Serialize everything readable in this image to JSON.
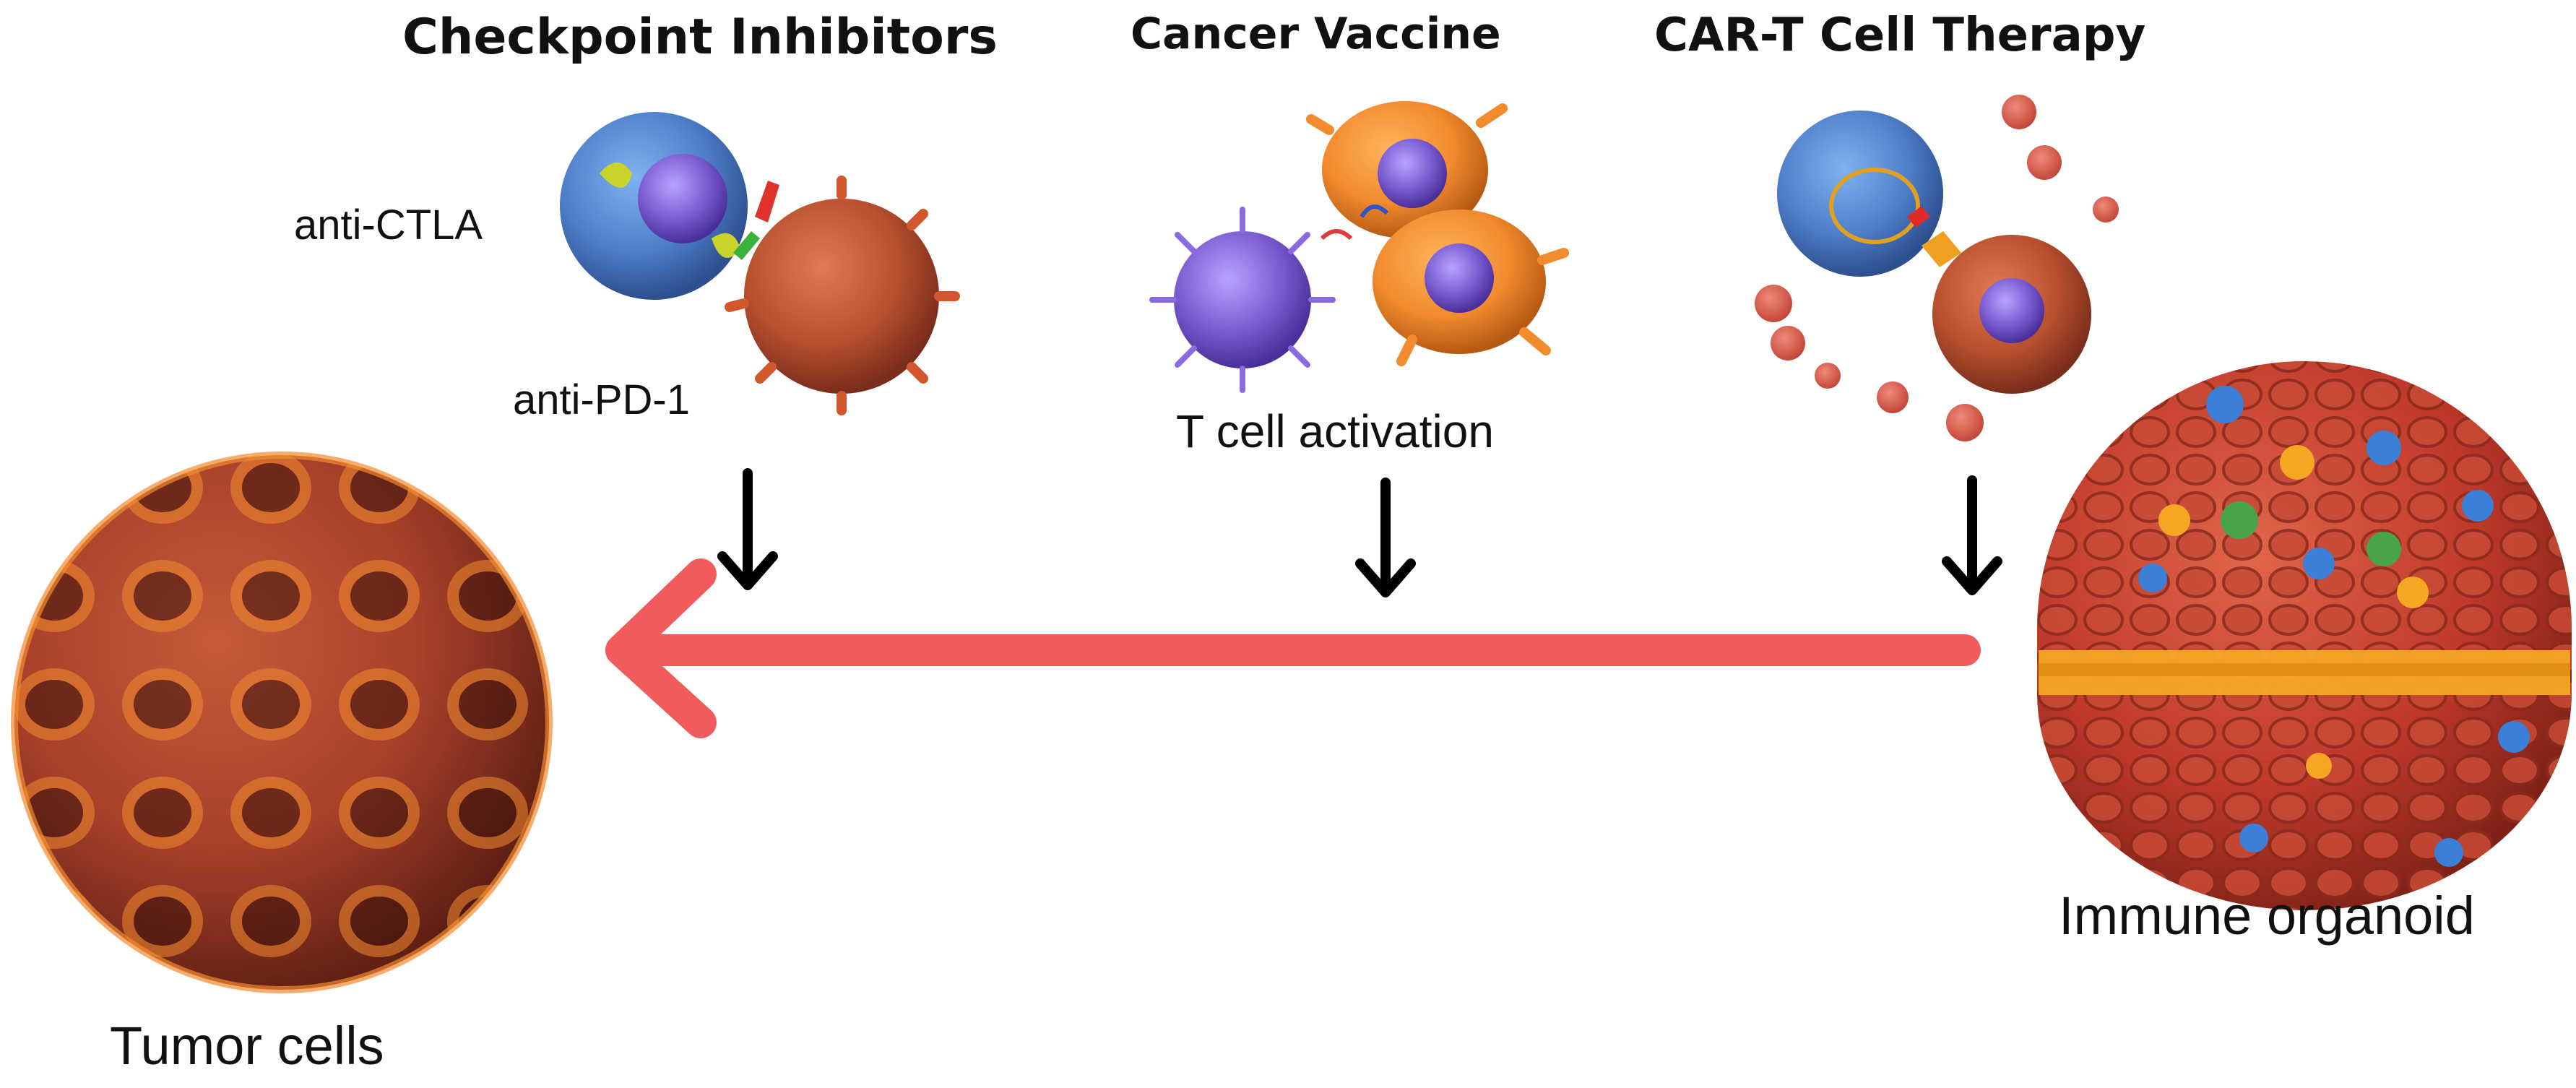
{
  "headings": {
    "checkpoint": "Checkpoint Inhibitors",
    "vaccine": "Cancer Vaccine",
    "cart": "CAR-T Cell Therapy"
  },
  "labels": {
    "anti_ctla": "anti-CTLA",
    "anti_pd1": "anti-PD-1",
    "t_cell_activation": "T cell activation",
    "immune_organoid": "Immune organoid",
    "tumor_cells": "Tumor cells"
  },
  "colors": {
    "main_arrow": "#f15b5b",
    "down_arrow": "#000000",
    "tumor_orange": "#f28a2e",
    "tumor_red": "#a8402a",
    "tcell_blue": "#4f7fc9",
    "purple": "#7a5ad0",
    "organoid_red": "#c0392b",
    "organoid_band": "#f5a623"
  }
}
